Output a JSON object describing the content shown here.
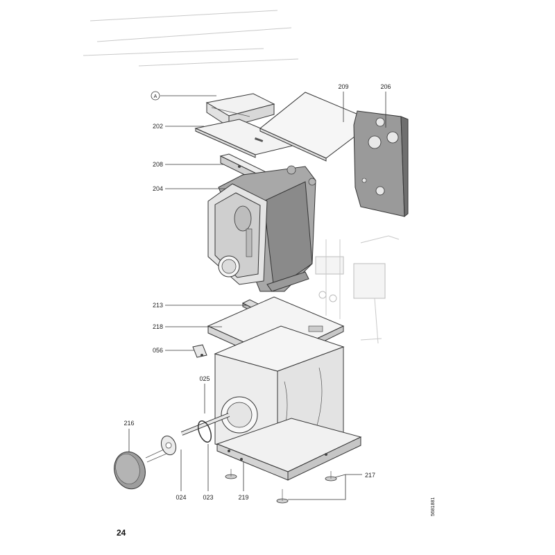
{
  "labels": {
    "callout_a": "A",
    "p202": "202",
    "p208": "208",
    "p204": "204",
    "p213": "213",
    "p218": "218",
    "p056": "056",
    "p025": "025",
    "p216": "216",
    "p024": "024",
    "p023": "023",
    "p219": "219",
    "p217": "217",
    "p209": "209",
    "p206": "206"
  },
  "doc_code": "5681881",
  "page_number": "24"
}
